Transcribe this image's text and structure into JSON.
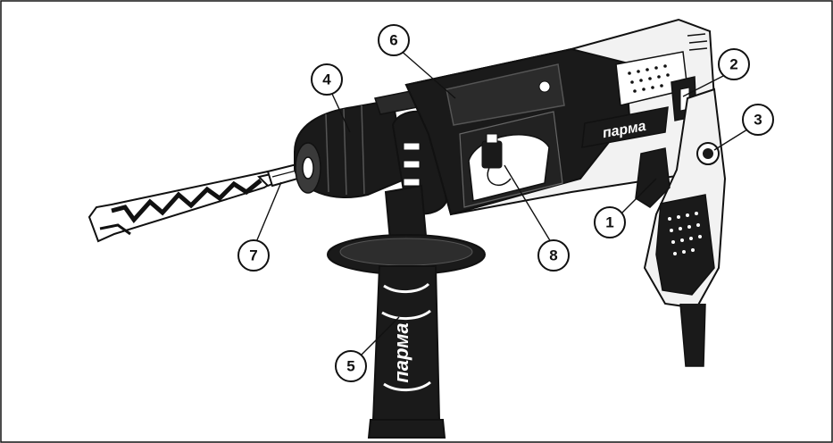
{
  "brand": {
    "label": "парма"
  },
  "callouts": [
    {
      "id": "1",
      "label": "1"
    },
    {
      "id": "2",
      "label": "2"
    },
    {
      "id": "3",
      "label": "3"
    },
    {
      "id": "4",
      "label": "4"
    },
    {
      "id": "5",
      "label": "5"
    },
    {
      "id": "6",
      "label": "6"
    },
    {
      "id": "7",
      "label": "7"
    },
    {
      "id": "8",
      "label": "8"
    }
  ],
  "colors": {
    "outline": "#111111",
    "body_dark": "#1a1a1a",
    "body_light": "#f2f2f2",
    "background": "#ffffff"
  }
}
